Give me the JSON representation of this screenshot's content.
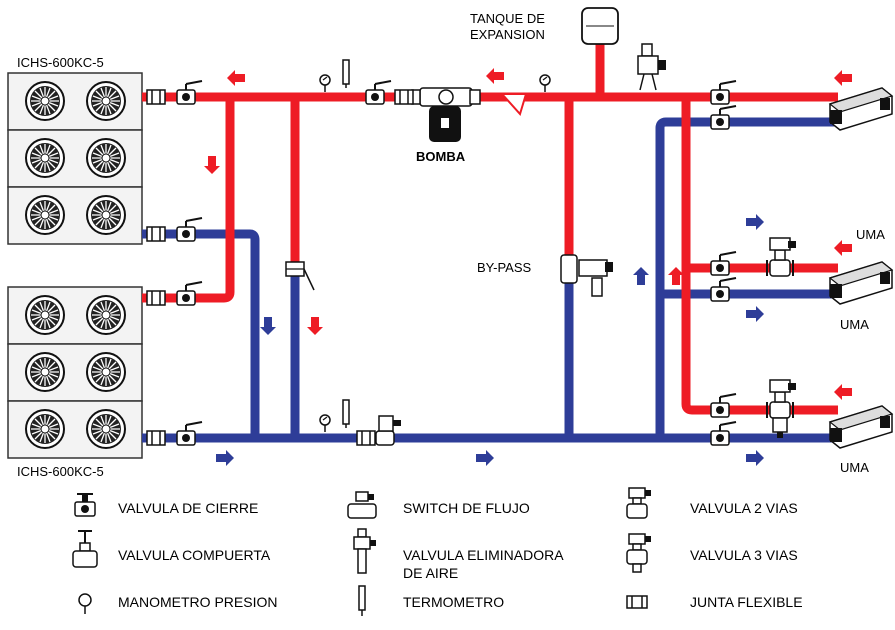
{
  "units": {
    "top_model": "ICHS-600KC-5",
    "bottom_model": "ICHS-600KC-5"
  },
  "labels": {
    "tank": "TANQUE DE\nEXPANSION",
    "pump": "BOMBA",
    "bypass": "BY-PASS",
    "uma_1": "UMA",
    "uma_2": "UMA",
    "uma_3": "UMA"
  },
  "legend": [
    {
      "icon": "ball-valve-icon",
      "text": "VALVULA DE CIERRE"
    },
    {
      "icon": "flow-switch-icon",
      "text": "SWITCH DE FLUJO"
    },
    {
      "icon": "two-way-valve-icon",
      "text": "VALVULA 2 VIAS"
    },
    {
      "icon": "gate-valve-icon",
      "text": "VALVULA COMPUERTA"
    },
    {
      "icon": "air-eliminator-valve-icon",
      "text": "VALVULA ELIMINADORA\nDE AIRE"
    },
    {
      "icon": "three-way-valve-icon",
      "text": "VALVULA 3 VIAS"
    },
    {
      "icon": "pressure-gauge-icon",
      "text": "MANOMETRO PRESION"
    },
    {
      "icon": "thermometer-icon",
      "text": "TERMOMETRO"
    },
    {
      "icon": "flexible-joint-icon",
      "text": "JUNTA FLEXIBLE"
    }
  ],
  "colors": {
    "supply": "#ee1c25",
    "return": "#2e3d98",
    "outline": "#111111"
  }
}
